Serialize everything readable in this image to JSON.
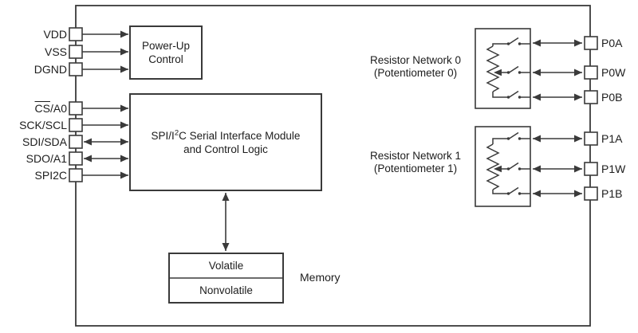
{
  "diagram_type": "chip-block-diagram",
  "chip": {
    "left_pins": [
      {
        "label": "VDD"
      },
      {
        "label": "VSS"
      },
      {
        "label": "DGND"
      },
      {
        "label": "CS/A0",
        "overline_part": "CS",
        "rest_part": "/A0"
      },
      {
        "label": "SCK/SCL"
      },
      {
        "label": "SDI/SDA"
      },
      {
        "label": "SDO/A1"
      },
      {
        "label": "SPI2C"
      }
    ],
    "right_pins": [
      {
        "label": "P0A"
      },
      {
        "label": "P0W"
      },
      {
        "label": "P0B"
      },
      {
        "label": "P1A"
      },
      {
        "label": "P1W"
      },
      {
        "label": "P1B"
      }
    ],
    "blocks": {
      "power_up_control": {
        "line1": "Power-Up",
        "line2": "Control"
      },
      "serial_interface": {
        "line1_pre": "SPI/I",
        "line1_sup": "2",
        "line1_post": "C Serial Interface Module",
        "line2": "and Control Logic"
      },
      "memory": {
        "cell1": "Volatile",
        "cell2": "Nonvolatile",
        "label": "Memory"
      },
      "resistor_network_0": {
        "line1": "Resistor Network 0",
        "line2": "(Potentiometer 0)"
      },
      "resistor_network_1": {
        "line1": "Resistor Network 1",
        "line2": "(Potentiometer 1)"
      }
    },
    "icons": {
      "resistor": "resistor-zigzag-icon",
      "switch": "spst-switch-icon",
      "wiper": "wiper-arrow-icon"
    },
    "colors": {
      "line": "#3a3a3a",
      "text": "#1d1d1d",
      "background": "#ffffff"
    }
  }
}
